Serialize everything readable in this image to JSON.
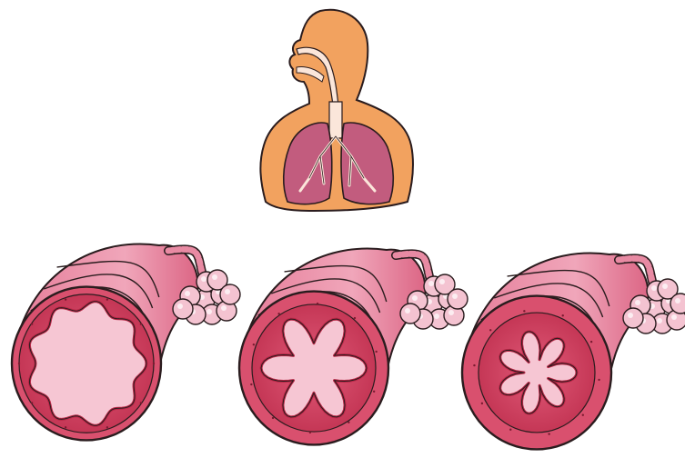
{
  "diagram": {
    "figure": "torso-with-respiratory-system",
    "airways": [
      {
        "state": "normal-airway"
      },
      {
        "state": "inflamed-airway"
      },
      {
        "state": "constricted-airway"
      }
    ],
    "colors": {
      "skin": "#f2a25f",
      "outline": "#2a1c1e",
      "airway_light": "#e88aa3",
      "airway_mid": "#d9506e",
      "airway_dark": "#b82746",
      "lung": "#c25c7e",
      "alveoli": "#f4c3d1"
    }
  }
}
